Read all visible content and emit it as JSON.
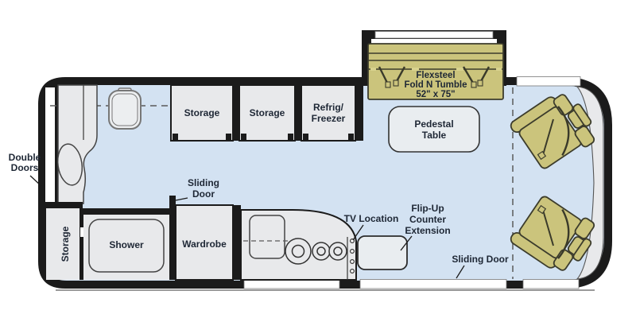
{
  "labels": {
    "double_doors_line1": "Double",
    "double_doors_line2": "Doors",
    "storage_side": "Storage",
    "shower": "Shower",
    "wardrobe": "Wardrobe",
    "sliding_door_top_line1": "Sliding",
    "sliding_door_top_line2": "Door",
    "cabinet_storage_1": "Storage",
    "cabinet_storage_2": "Storage",
    "refrig_line1": "Refrig/",
    "refrig_line2": "Freezer",
    "sofa_line1": "Flexsteel",
    "sofa_line2": "Fold N Tumble",
    "sofa_line3": "52\" x 75\"",
    "table_line1": "Pedestal",
    "table_line2": "Table",
    "tv_location": "TV Location",
    "flip_up_line1": "Flip-Up",
    "flip_up_line2": "Counter",
    "flip_up_line3": "Extension",
    "sliding_door_bottom": "Sliding Door"
  },
  "colors": {
    "floor": "#d3e2f2",
    "fixture": "#e8e9eb",
    "panel": "#e9edf0",
    "sofa": "#cbc47c",
    "wall": "#1b1b1b",
    "text": "#1e2735"
  }
}
